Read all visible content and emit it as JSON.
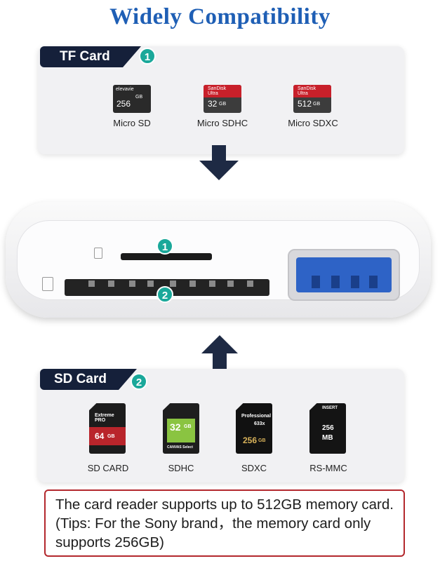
{
  "title": "Widely Compatibility",
  "tf_section": {
    "tag": "TF Card",
    "badge": "1",
    "cards": [
      {
        "label": "Micro SD",
        "brand": "elevavie",
        "capacity": "256",
        "unit": "GB"
      },
      {
        "label": "Micro SDHC",
        "brand": "SanDisk",
        "sub": "Ultra",
        "capacity": "32",
        "unit": "GB"
      },
      {
        "label": "Micro SDXC",
        "brand": "SanDisk",
        "sub": "Ultra",
        "capacity": "512",
        "unit": "GB"
      }
    ]
  },
  "device": {
    "badge_tf": "1",
    "badge_sd": "2"
  },
  "sd_section": {
    "tag": "SD Card",
    "badge": "2",
    "cards": [
      {
        "label": "SD CARD",
        "line1": "Extreme PRO",
        "capacity": "64",
        "unit": "GB"
      },
      {
        "label": "SDHC",
        "capacity": "32",
        "unit": "GB",
        "line1": "CANVAS Select"
      },
      {
        "label": "SDXC",
        "line1": "Professional",
        "line2": "633x",
        "capacity": "256",
        "unit": "GB"
      },
      {
        "label": "RS-MMC",
        "line1": "INSERT",
        "capacity": "256",
        "unit": "MB"
      }
    ]
  },
  "note": "The card reader supports up to 512GB memory card. (Tips: For the Sony brand，the memory card only supports 256GB)",
  "colors": {
    "title": "#1f5fb5",
    "tag_bg": "#15203a",
    "badge": "#1aa89a",
    "usb_blue": "#2e63c6",
    "note_border": "#b3282d"
  }
}
